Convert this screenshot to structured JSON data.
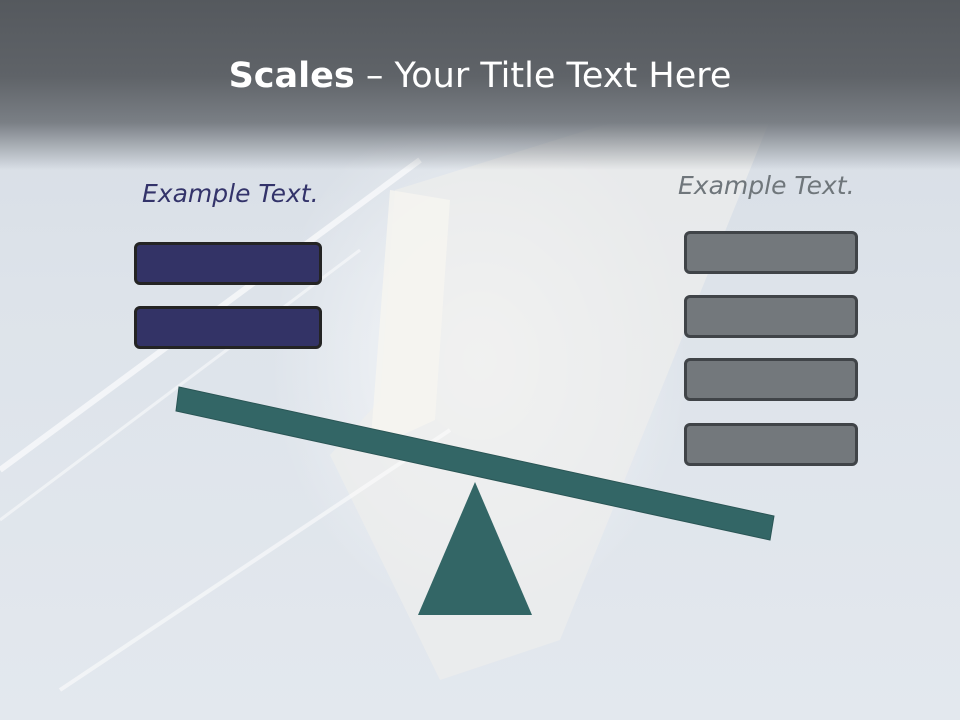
{
  "slide": {
    "title_bold": "Scales",
    "title_dash": " – ",
    "title_rest": "Your Title Text Here",
    "left_caption": "Example Text.",
    "right_caption": "Example Text."
  },
  "left_pan": {
    "bar_count": 2,
    "bar_color": "#333366"
  },
  "right_pan": {
    "bar_count": 4,
    "bar_color": "#73787c"
  },
  "scale": {
    "beam_color": "#336666",
    "fulcrum_color": "#336666"
  },
  "colors": {
    "header_background": "#5f6368",
    "slide_background": "#dde3ea",
    "left_caption_color": "#33336a",
    "right_caption_color": "#6f767b"
  }
}
